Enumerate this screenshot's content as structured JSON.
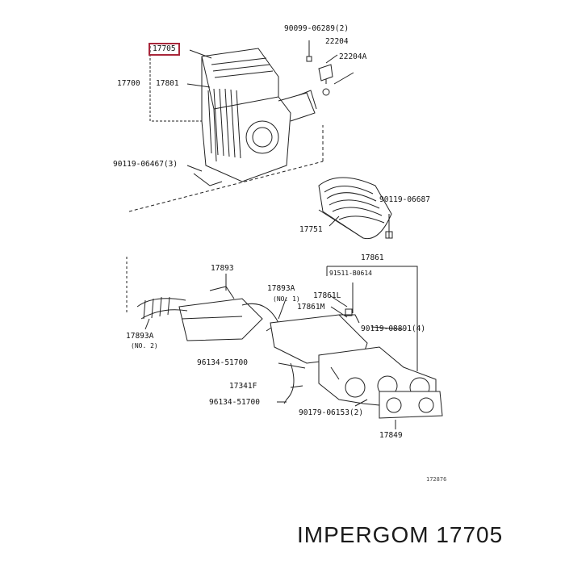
{
  "labels": {
    "p17705": "17705",
    "p17700": "17700",
    "p17801": "17801",
    "p90099": "90099-06289(2)",
    "p22204": "22204",
    "p22204A": "22204A",
    "p90119_06467": "90119-06467(3)",
    "p90119_06687": "90119-06687",
    "p17751": "17751",
    "p17861": "17861",
    "p17893": "17893",
    "p91511": "91511-B0614",
    "p17893A_top": "17893A",
    "p17893A_top_sub": "(NO. 1)",
    "p17861L": "17861L",
    "p17861M": "17861M",
    "p90119_08891": "90119-08891(4)",
    "p17893A_left": "17893A",
    "p17893A_left_sub": "(NO. 2)",
    "p96134_a": "96134-51700",
    "p17341F": "17341F",
    "p96134_b": "96134-51700",
    "p90179": "90179-06153(2)",
    "p17849": "17849"
  },
  "drawing_code": "172876",
  "caption": "IMPERGOM 17705",
  "highlight_color": "#a8263a"
}
